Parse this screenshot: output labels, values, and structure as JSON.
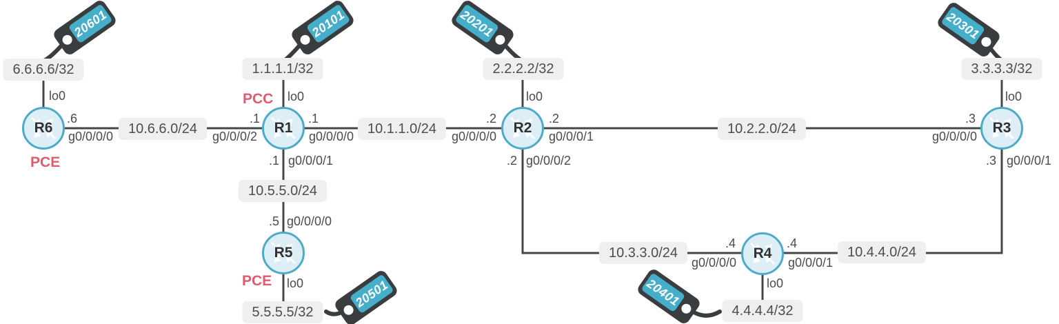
{
  "nodes": {
    "r1": {
      "name": "R1",
      "role": "PCC",
      "loopback_port": "lo0",
      "loopback_ip": "1.1.1.1/32",
      "sr_tag": "20101"
    },
    "r2": {
      "name": "R2",
      "loopback_port": "lo0",
      "loopback_ip": "2.2.2.2/32",
      "sr_tag": "20201"
    },
    "r3": {
      "name": "R3",
      "loopback_port": "lo0",
      "loopback_ip": "3.3.3.3/32",
      "sr_tag": "20301"
    },
    "r4": {
      "name": "R4",
      "loopback_port": "lo0",
      "loopback_ip": "4.4.4.4/32",
      "sr_tag": "20401"
    },
    "r5": {
      "name": "R5",
      "role": "PCE",
      "loopback_port": "lo0",
      "loopback_ip": "5.5.5.5/32",
      "sr_tag": "20501"
    },
    "r6": {
      "name": "R6",
      "role": "PCE",
      "loopback_port": "lo0",
      "loopback_ip": "6.6.6.6/32",
      "sr_tag": "20601"
    }
  },
  "links": {
    "r6_r1": {
      "network": "10.6.6.0/24",
      "r6_addr": ".6",
      "r6_port": "g0/0/0/0",
      "r1_addr": ".1",
      "r1_port": "g0/0/0/2"
    },
    "r1_r2": {
      "network": "10.1.1.0/24",
      "r1_addr": ".1",
      "r1_port": "g0/0/0/0",
      "r2_addr": ".2",
      "r2_port": "g0/0/0/0"
    },
    "r2_r3": {
      "network": "10.2.2.0/24",
      "r2_addr": ".2",
      "r2_port": "g0/0/0/1",
      "r3_addr": ".3",
      "r3_port": "g0/0/0/0"
    },
    "r1_r5": {
      "network": "10.5.5.0/24",
      "r1_addr": ".1",
      "r1_port": "g0/0/0/1",
      "r5_addr": ".5",
      "r5_port": "g0/0/0/0"
    },
    "r2_r4": {
      "network": "10.3.3.0/24",
      "r2_addr": ".2",
      "r2_port": "g0/0/0/2",
      "r4_addr": ".4",
      "r4_port": "g0/0/0/0"
    },
    "r4_r3": {
      "network": "10.4.4.0/24",
      "r4_addr": ".4",
      "r4_port": "g0/0/0/1",
      "r3_addr": ".3",
      "r3_port": "g0/0/0/1"
    }
  },
  "colors": {
    "teal": "#45aec9",
    "router_border": "#4cacc8",
    "router_fill": "#ddeef6",
    "tag_body": "#3a3d40",
    "line": "#43474a",
    "label_bg": "#efefef",
    "label_text": "#4d4d4d",
    "role_text": "#e15b70"
  }
}
